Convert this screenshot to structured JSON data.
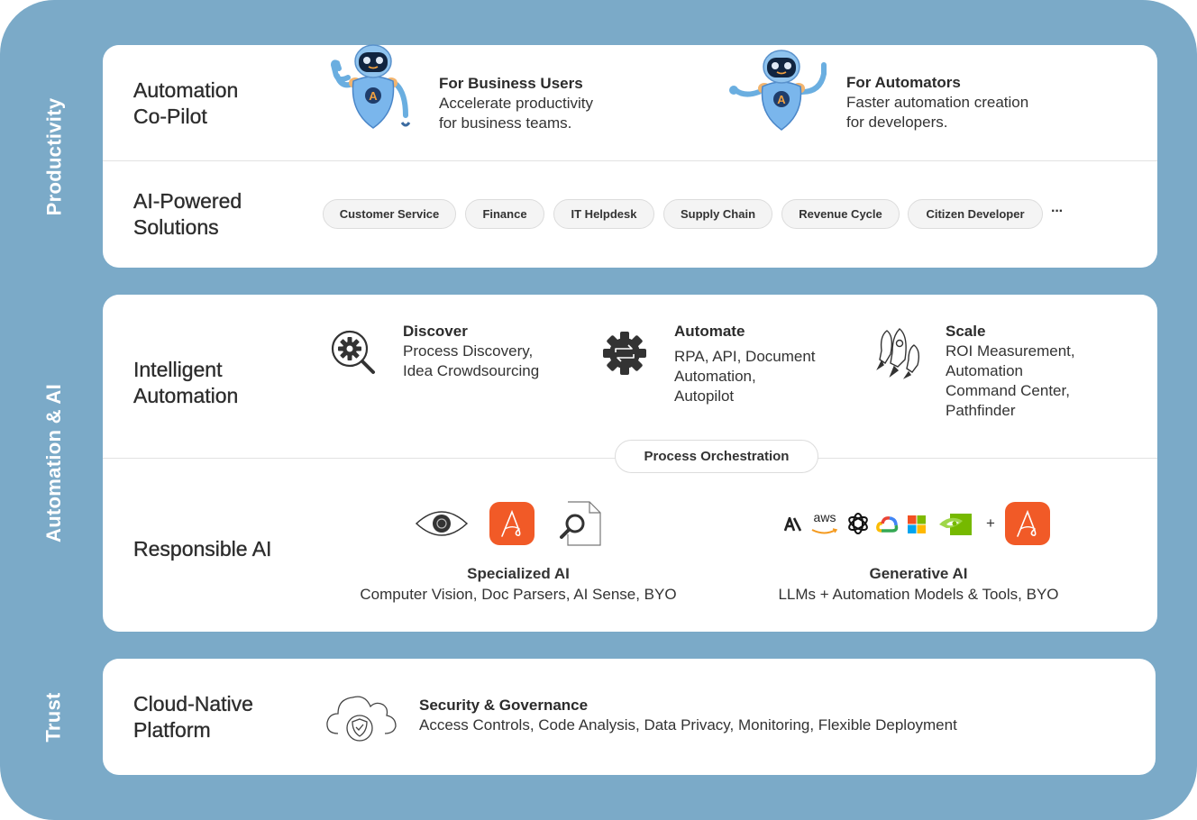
{
  "colors": {
    "frame": "#7BAAC8",
    "card": "#ffffff",
    "text": "#2b2b2b",
    "accent_orange": "#F15A27",
    "pill_bg": "#f4f4f4"
  },
  "bands": [
    {
      "label": "Productivity"
    },
    {
      "label": "Automation & AI"
    },
    {
      "label": "Trust"
    }
  ],
  "productivity": {
    "copilot": {
      "title_line1": "Automation",
      "title_line2": "Co-Pilot",
      "business_users": {
        "heading": "For Business Users",
        "line1": "Accelerate productivity",
        "line2": "for business teams."
      },
      "automators": {
        "heading": "For Automators",
        "line1": "Faster automation creation",
        "line2": "for developers."
      }
    },
    "solutions": {
      "title_line1": "AI-Powered",
      "title_line2": "Solutions",
      "pills": [
        "Customer Service",
        "Finance",
        "IT Helpdesk",
        "Supply Chain",
        "Revenue Cycle",
        "Citizen Developer"
      ],
      "more": "···"
    }
  },
  "automation_ai": {
    "intelligent": {
      "title_line1": "Intelligent",
      "title_line2": "Automation",
      "discover": {
        "heading": "Discover",
        "lines": [
          "Process Discovery,",
          "Idea Crowdsourcing"
        ]
      },
      "automate": {
        "heading": "Automate",
        "lines": [
          "RPA, API, Document",
          "Automation,",
          "Autopilot"
        ]
      },
      "scale": {
        "heading": "Scale",
        "lines": [
          "ROI Measurement,",
          "Automation",
          "Command Center,",
          "Pathfinder"
        ]
      }
    },
    "orchestration": "Process Orchestration",
    "responsible": {
      "title": "Responsible AI",
      "specialized": {
        "heading": "Specialized AI",
        "desc": "Computer Vision, Doc Parsers, AI Sense, BYO"
      },
      "generative": {
        "heading": "Generative AI",
        "desc": "LLMs + Automation Models & Tools, BYO",
        "plus": "+",
        "aws_text": "aws"
      }
    }
  },
  "trust": {
    "title_line1": "Cloud-Native",
    "title_line2": "Platform",
    "security": {
      "heading": "Security & Governance",
      "desc": "Access Controls, Code Analysis, Data Privacy, Monitoring, Flexible Deployment"
    }
  }
}
